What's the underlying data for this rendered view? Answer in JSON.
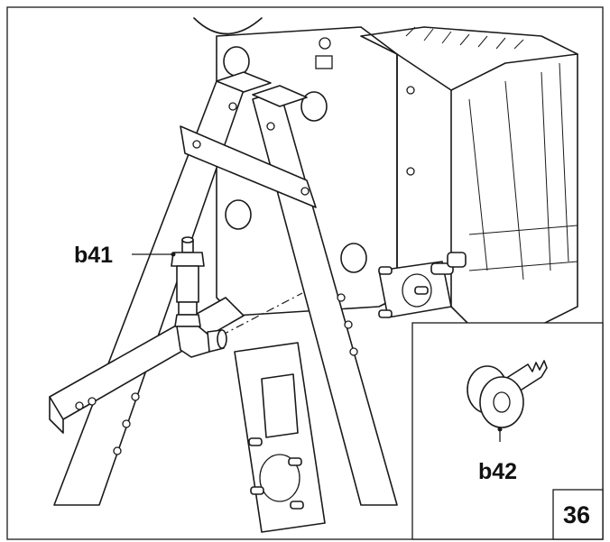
{
  "callouts": {
    "b41": "b41",
    "b42": "b42"
  },
  "page_number": "36",
  "colors": {
    "line": "#1a1a1a",
    "background": "#ffffff"
  }
}
